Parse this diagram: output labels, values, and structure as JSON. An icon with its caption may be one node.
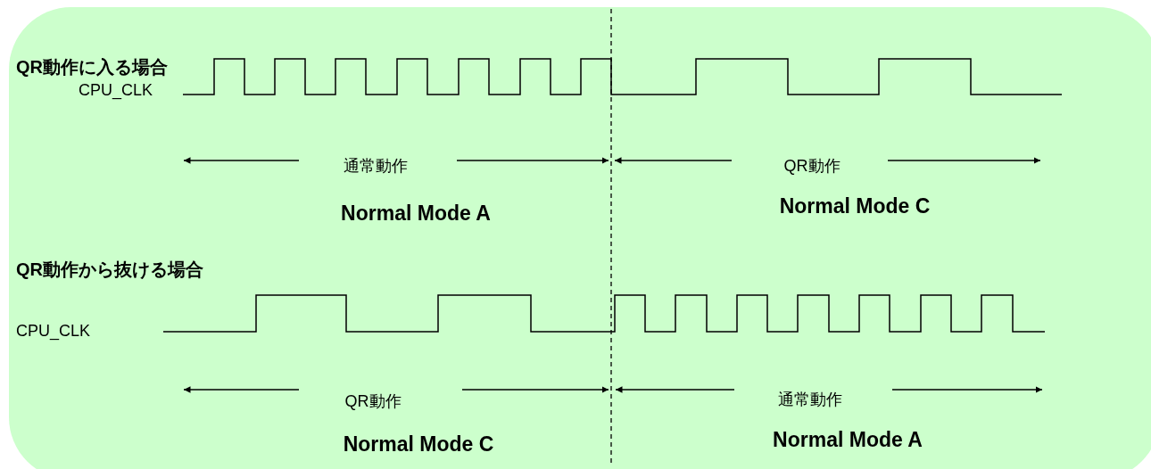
{
  "diagram": {
    "labels": [
      "QR動作に入る場合",
      "CPU_CLK",
      "通常動作",
      "QR動作",
      "Normal Mode A",
      "Normal Mode C",
      "QR動作から抜ける場合",
      "CPU_CLK",
      "QR動作",
      "通常動作",
      "Normal Mode C",
      "Normal Mode A"
    ]
  }
}
